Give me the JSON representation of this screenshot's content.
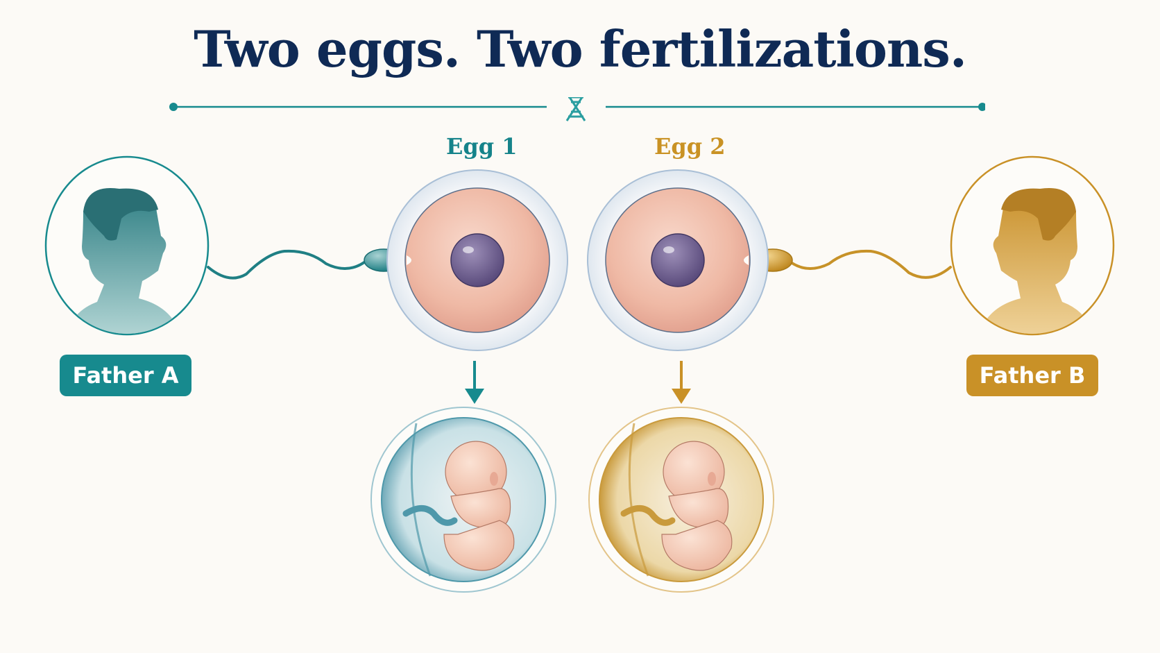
{
  "title": "Two eggs. Two fertilizations.",
  "divider": {
    "icon": "dna-icon"
  },
  "eggs": [
    {
      "label": "Egg 1",
      "color": "#15838a"
    },
    {
      "label": "Egg 2",
      "color": "#c99224"
    }
  ],
  "fathers": [
    {
      "label": "Father A",
      "color": "#178a8e"
    },
    {
      "label": "Father B",
      "color": "#c99127"
    }
  ],
  "colors": {
    "background": "#fcfaf6",
    "title": "#0f2a55",
    "teal": "#178a8e",
    "gold": "#c99127",
    "egg_cytoplasm": "#f1c1b0",
    "egg_nucleus": "#6e5d8e",
    "zona": "#e6ecf3"
  }
}
